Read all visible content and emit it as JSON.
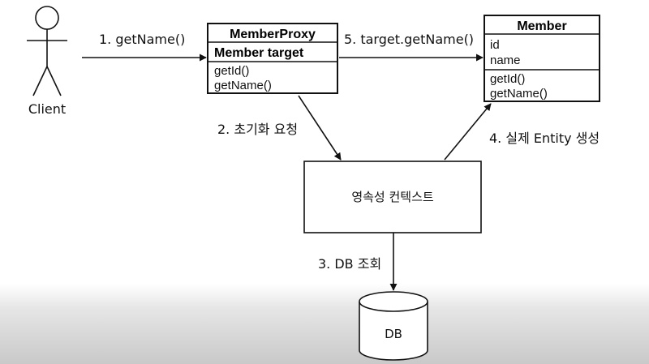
{
  "actor": {
    "label": "Client"
  },
  "proxy_class": {
    "title": "MemberProxy",
    "field": "Member target",
    "methods": [
      "getId()",
      "getName()"
    ]
  },
  "member_class": {
    "title": "Member",
    "fields": [
      "id",
      "name"
    ],
    "methods": [
      "getId()",
      "getName()"
    ]
  },
  "context": {
    "label": "영속성 컨텍스트"
  },
  "database": {
    "label": "DB"
  },
  "steps": {
    "s1": "1. getName()",
    "s2": "2. 초기화 요청",
    "s3": "3. DB 조회",
    "s4": "4. 실제 Entity 생성",
    "s5": "5. target.getName()"
  }
}
